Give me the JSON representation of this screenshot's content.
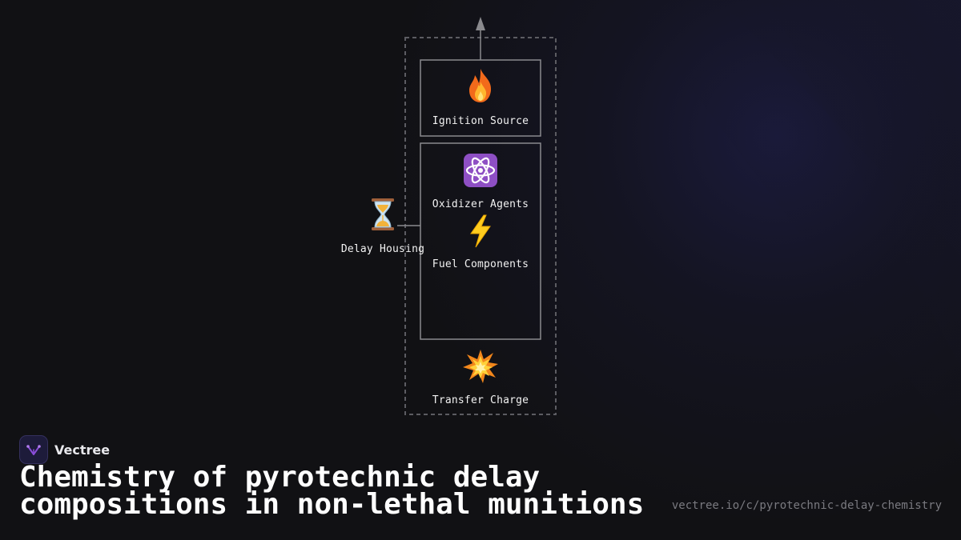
{
  "diagram": {
    "nodes": {
      "ignition": {
        "label": "Ignition Source",
        "icon": "fire-icon"
      },
      "oxidizer": {
        "label": "Oxidizer Agents",
        "icon": "atom-icon"
      },
      "fuel": {
        "label": "Fuel Components",
        "icon": "lightning-icon"
      },
      "delay_housing": {
        "label": "Delay Housing",
        "icon": "hourglass-icon"
      },
      "transfer": {
        "label": "Transfer Charge",
        "icon": "explosion-icon"
      }
    }
  },
  "brand": {
    "name": "Vectree",
    "logo_icon": "vectree-logo-icon",
    "accent": "#8a4dd8"
  },
  "footer": {
    "title": "Chemistry of pyrotechnic delay compositions in non-lethal munitions",
    "url": "vectree.io/c/pyrotechnic-delay-chemistry"
  },
  "colors": {
    "background": "#111114",
    "box_stroke": "#8a8a8e",
    "dashed_stroke": "#5c5c62",
    "arrow": "#8a8a8e"
  }
}
